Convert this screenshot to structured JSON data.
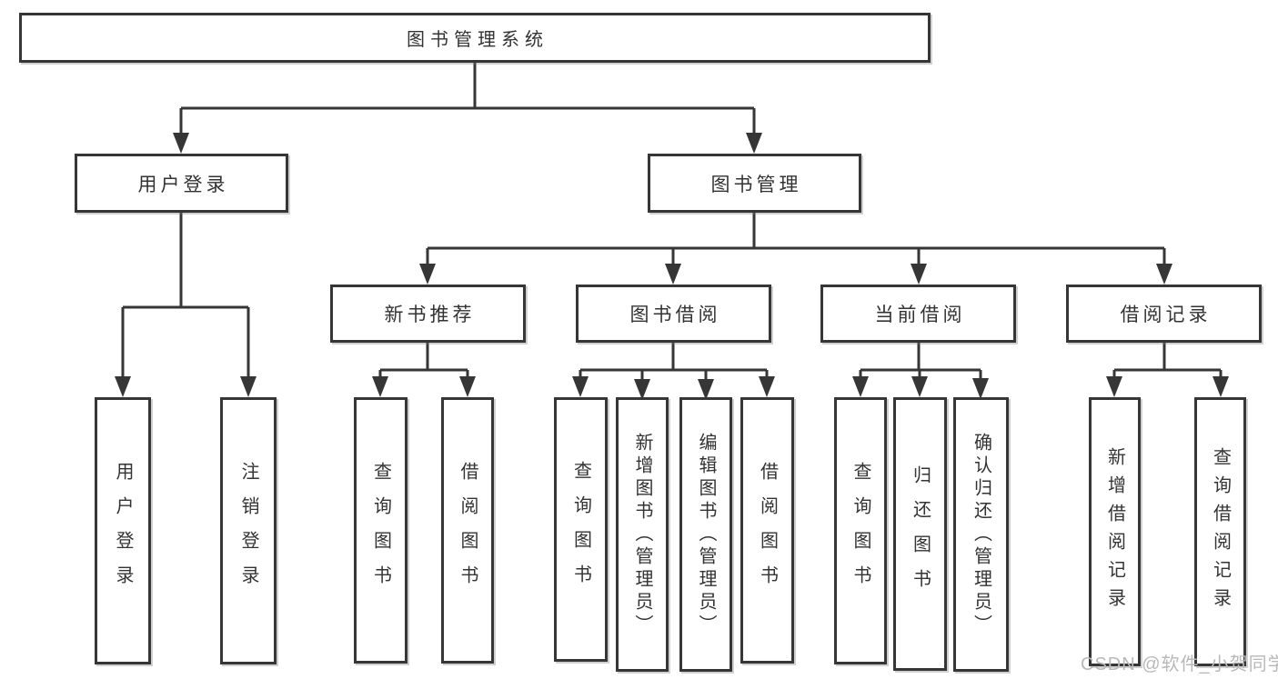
{
  "diagram": {
    "root": {
      "label": "图书管理系统"
    },
    "branches": [
      {
        "label": "用户登录",
        "children": [
          {
            "label": "用户登录"
          },
          {
            "label": "注销登录"
          }
        ]
      },
      {
        "label": "图书管理",
        "children": [
          {
            "label": "新书推荐",
            "children": [
              {
                "label": "查询图书"
              },
              {
                "label": "借阅图书"
              }
            ]
          },
          {
            "label": "图书借阅",
            "children": [
              {
                "label": "查询图书"
              },
              {
                "label": "新增图书（管理员）"
              },
              {
                "label": "编辑图书（管理员）"
              },
              {
                "label": "借阅图书"
              }
            ]
          },
          {
            "label": "当前借阅",
            "children": [
              {
                "label": "查询图书"
              },
              {
                "label": "归还图书"
              },
              {
                "label": "确认归还（管理员）"
              }
            ]
          },
          {
            "label": "借阅记录",
            "children": [
              {
                "label": "新增借阅记录"
              },
              {
                "label": "查询借阅记录"
              }
            ]
          }
        ]
      }
    ]
  },
  "watermark": {
    "text": "CSDN @软件_小贺同学"
  },
  "colors": {
    "line": "#363636",
    "box_border": "#3a3a3a",
    "text": "#333333",
    "background": "#ffffff",
    "watermark": "#b9b9b9"
  }
}
